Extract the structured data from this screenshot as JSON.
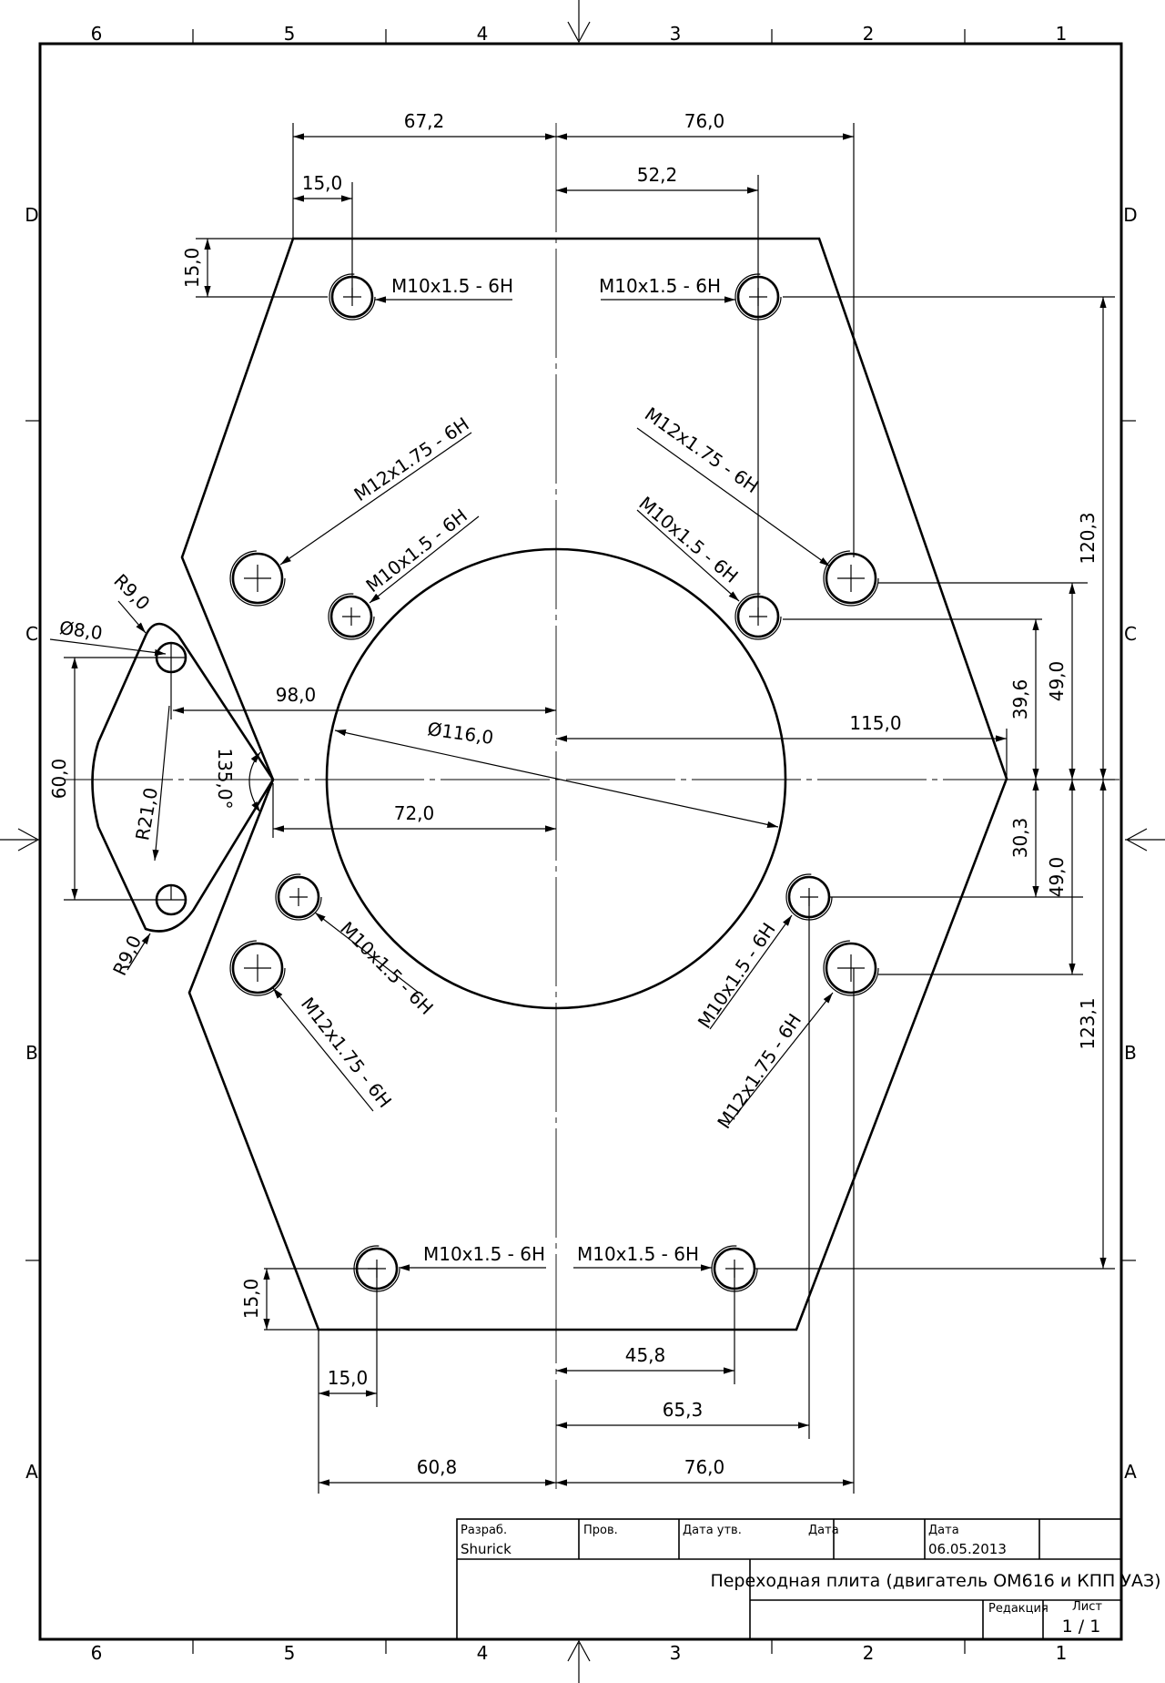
{
  "zones": {
    "columns": [
      "6",
      "5",
      "4",
      "3",
      "2",
      "1"
    ],
    "rows": [
      "D",
      "C",
      "B",
      "A"
    ]
  },
  "dimensions": {
    "top_left_67": "67,2",
    "top_right_76": "76,0",
    "top_left_15": "15,0",
    "top_right_52": "52,2",
    "top_vert_15": "15,0",
    "r9_top": "R9,0",
    "dia8": "Ø8,0",
    "dim98": "98,0",
    "dia116": "Ø116,0",
    "dim115": "115,0",
    "dim60": "60,0",
    "r21": "R21,0",
    "angle135": "135,0°",
    "dim72": "72,0",
    "r9_bottom": "R9,0",
    "dim120_3": "120,3",
    "dim39_6": "39,6",
    "dim49_top": "49,0",
    "dim30_3": "30,3",
    "dim49_bottom": "49,0",
    "dim123_1": "123,1",
    "bot_vert_15": "15,0",
    "bot_left_15": "15,0",
    "dim45_8": "45,8",
    "dim65_3": "65,3",
    "dim60_8": "60,8",
    "bot_right_76": "76,0"
  },
  "callouts": {
    "m10_top_left": "M10x1.5 - 6H",
    "m10_top_right": "M10x1.5 - 6H",
    "m12_upper_left": "M12x1.75 - 6H",
    "m10_upper_left": "M10x1.5 - 6H",
    "m12_upper_right": "M12x1.75 - 6H",
    "m10_upper_right": "M10x1.5 - 6H",
    "m10_lower_left": "M10x1.5 - 6H",
    "m12_lower_left": "M12x1.75 - 6H",
    "m10_lower_right": "M10x1.5 - 6H",
    "m12_lower_right": "M12x1.75 - 6H",
    "m10_bottom_left": "M10x1.5 - 6H",
    "m10_bottom_right": "M10x1.5 - 6H"
  },
  "title_block": {
    "razrab_label": "Разраб.",
    "razrab_value": "Shurick",
    "prov_label": "Пров.",
    "data_utv_label": "Дата утв.",
    "data_label_1": "Дата",
    "data_label_2": "Дата",
    "date_value": "06.05.2013",
    "title": "Переходная плита (двигатель ОМ616 и КПП УАЗ)",
    "revision_label": "Редакция",
    "sheet_label": "Лист",
    "sheet_value": "1 / 1"
  }
}
